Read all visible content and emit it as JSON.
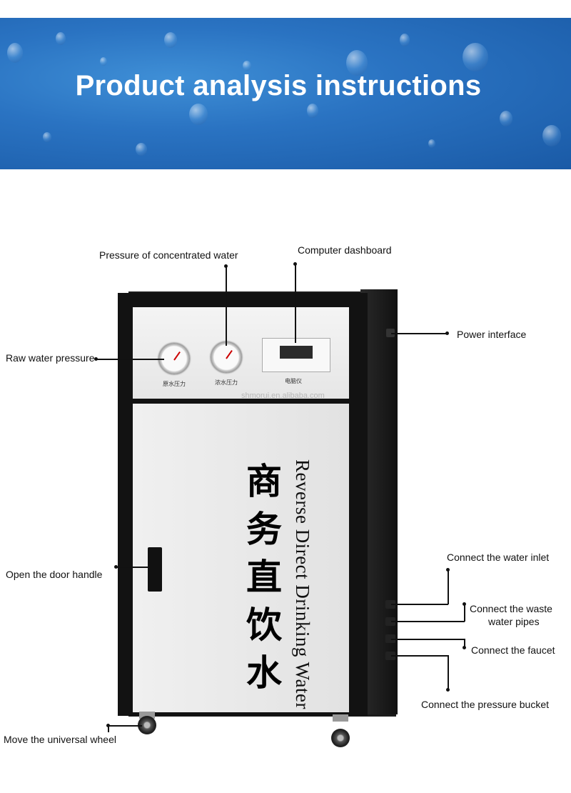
{
  "header": {
    "title": "Product analysis instructions"
  },
  "machine": {
    "chinese_text": "商务直饮水",
    "english_text": "Reverse Direct Drinking Water",
    "gauge_left_caption": "原水压力",
    "gauge_right_caption": "浓水压力",
    "dashboard_caption": "电脑仪",
    "watermark": "shmorui.en.alibaba.com"
  },
  "callouts": {
    "raw_water_pressure": "Raw water pressure",
    "concentrated_pressure": "Pressure of concentrated water",
    "computer_dashboard": "Computer dashboard",
    "power_interface": "Power interface",
    "door_handle": "Open the door handle",
    "water_inlet": "Connect the water inlet",
    "waste_pipes_line1": "Connect the waste",
    "waste_pipes_line2": "water pipes",
    "faucet": "Connect the faucet",
    "pressure_bucket": "Connect the pressure bucket",
    "universal_wheel": "Move the universal wheel"
  }
}
